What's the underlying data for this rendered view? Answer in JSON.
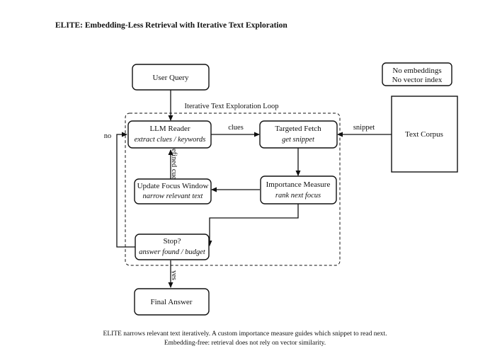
{
  "title": "ELITE: Embedding-Less Retrieval with Iterative Text Exploration",
  "loop_label": "Iterative Text Exploration Loop",
  "nodes": {
    "user_query": {
      "line1": "User Query"
    },
    "note": {
      "line1": "No embeddings",
      "line2": "No vector index"
    },
    "text_corpus": {
      "line1": "Text Corpus"
    },
    "llm_reader": {
      "line1": "LLM Reader",
      "line2": "extract clues / keywords"
    },
    "targeted_fetch": {
      "line1": "Targeted Fetch",
      "line2": "get snippet"
    },
    "update_focus": {
      "line1": "Update Focus Window",
      "line2": "narrow relevant text"
    },
    "importance": {
      "line1": "Importance Measure",
      "line2": "rank next focus"
    },
    "stop": {
      "line1": "Stop?",
      "line2": "answer found / budget"
    },
    "final_answer": {
      "line1": "Final Answer"
    }
  },
  "edge_labels": {
    "clues": "clues",
    "snippet": "snippet",
    "refined_cues": "refined cues",
    "no": "no",
    "yes": "yes"
  },
  "caption": {
    "line1": "ELITE narrows relevant text iteratively. A custom importance measure guides which snippet to read next.",
    "line2": "Embedding-free: retrieval does not rely on vector similarity."
  }
}
